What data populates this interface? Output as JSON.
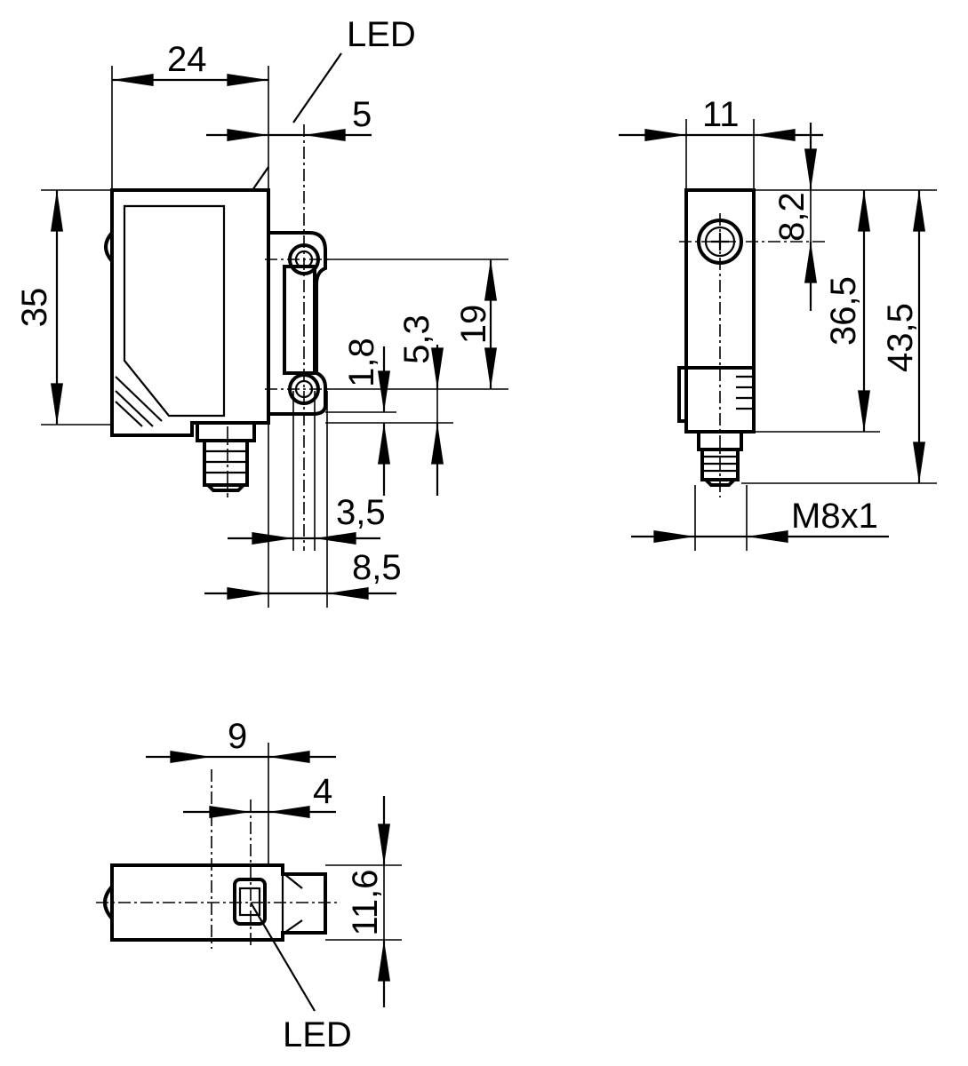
{
  "views": {
    "side": {
      "led_label": "LED",
      "dim_width": "24",
      "dim_led_offset": "5",
      "dim_height": "35",
      "dim_hole_spacing": "19",
      "dim_bracket_vertical": "5,3",
      "dim_hole_bottom": "1,8",
      "dim_hole_width": "3,5",
      "dim_bracket_width": "8,5"
    },
    "front": {
      "dim_width": "11",
      "dim_hole_top": "8,2",
      "dim_height": "36,5",
      "dim_total_height": "43,5",
      "thread": "M8x1"
    },
    "top": {
      "dim_width": "9",
      "dim_led_offset": "4",
      "dim_height": "11,6",
      "led_label": "LED"
    }
  }
}
